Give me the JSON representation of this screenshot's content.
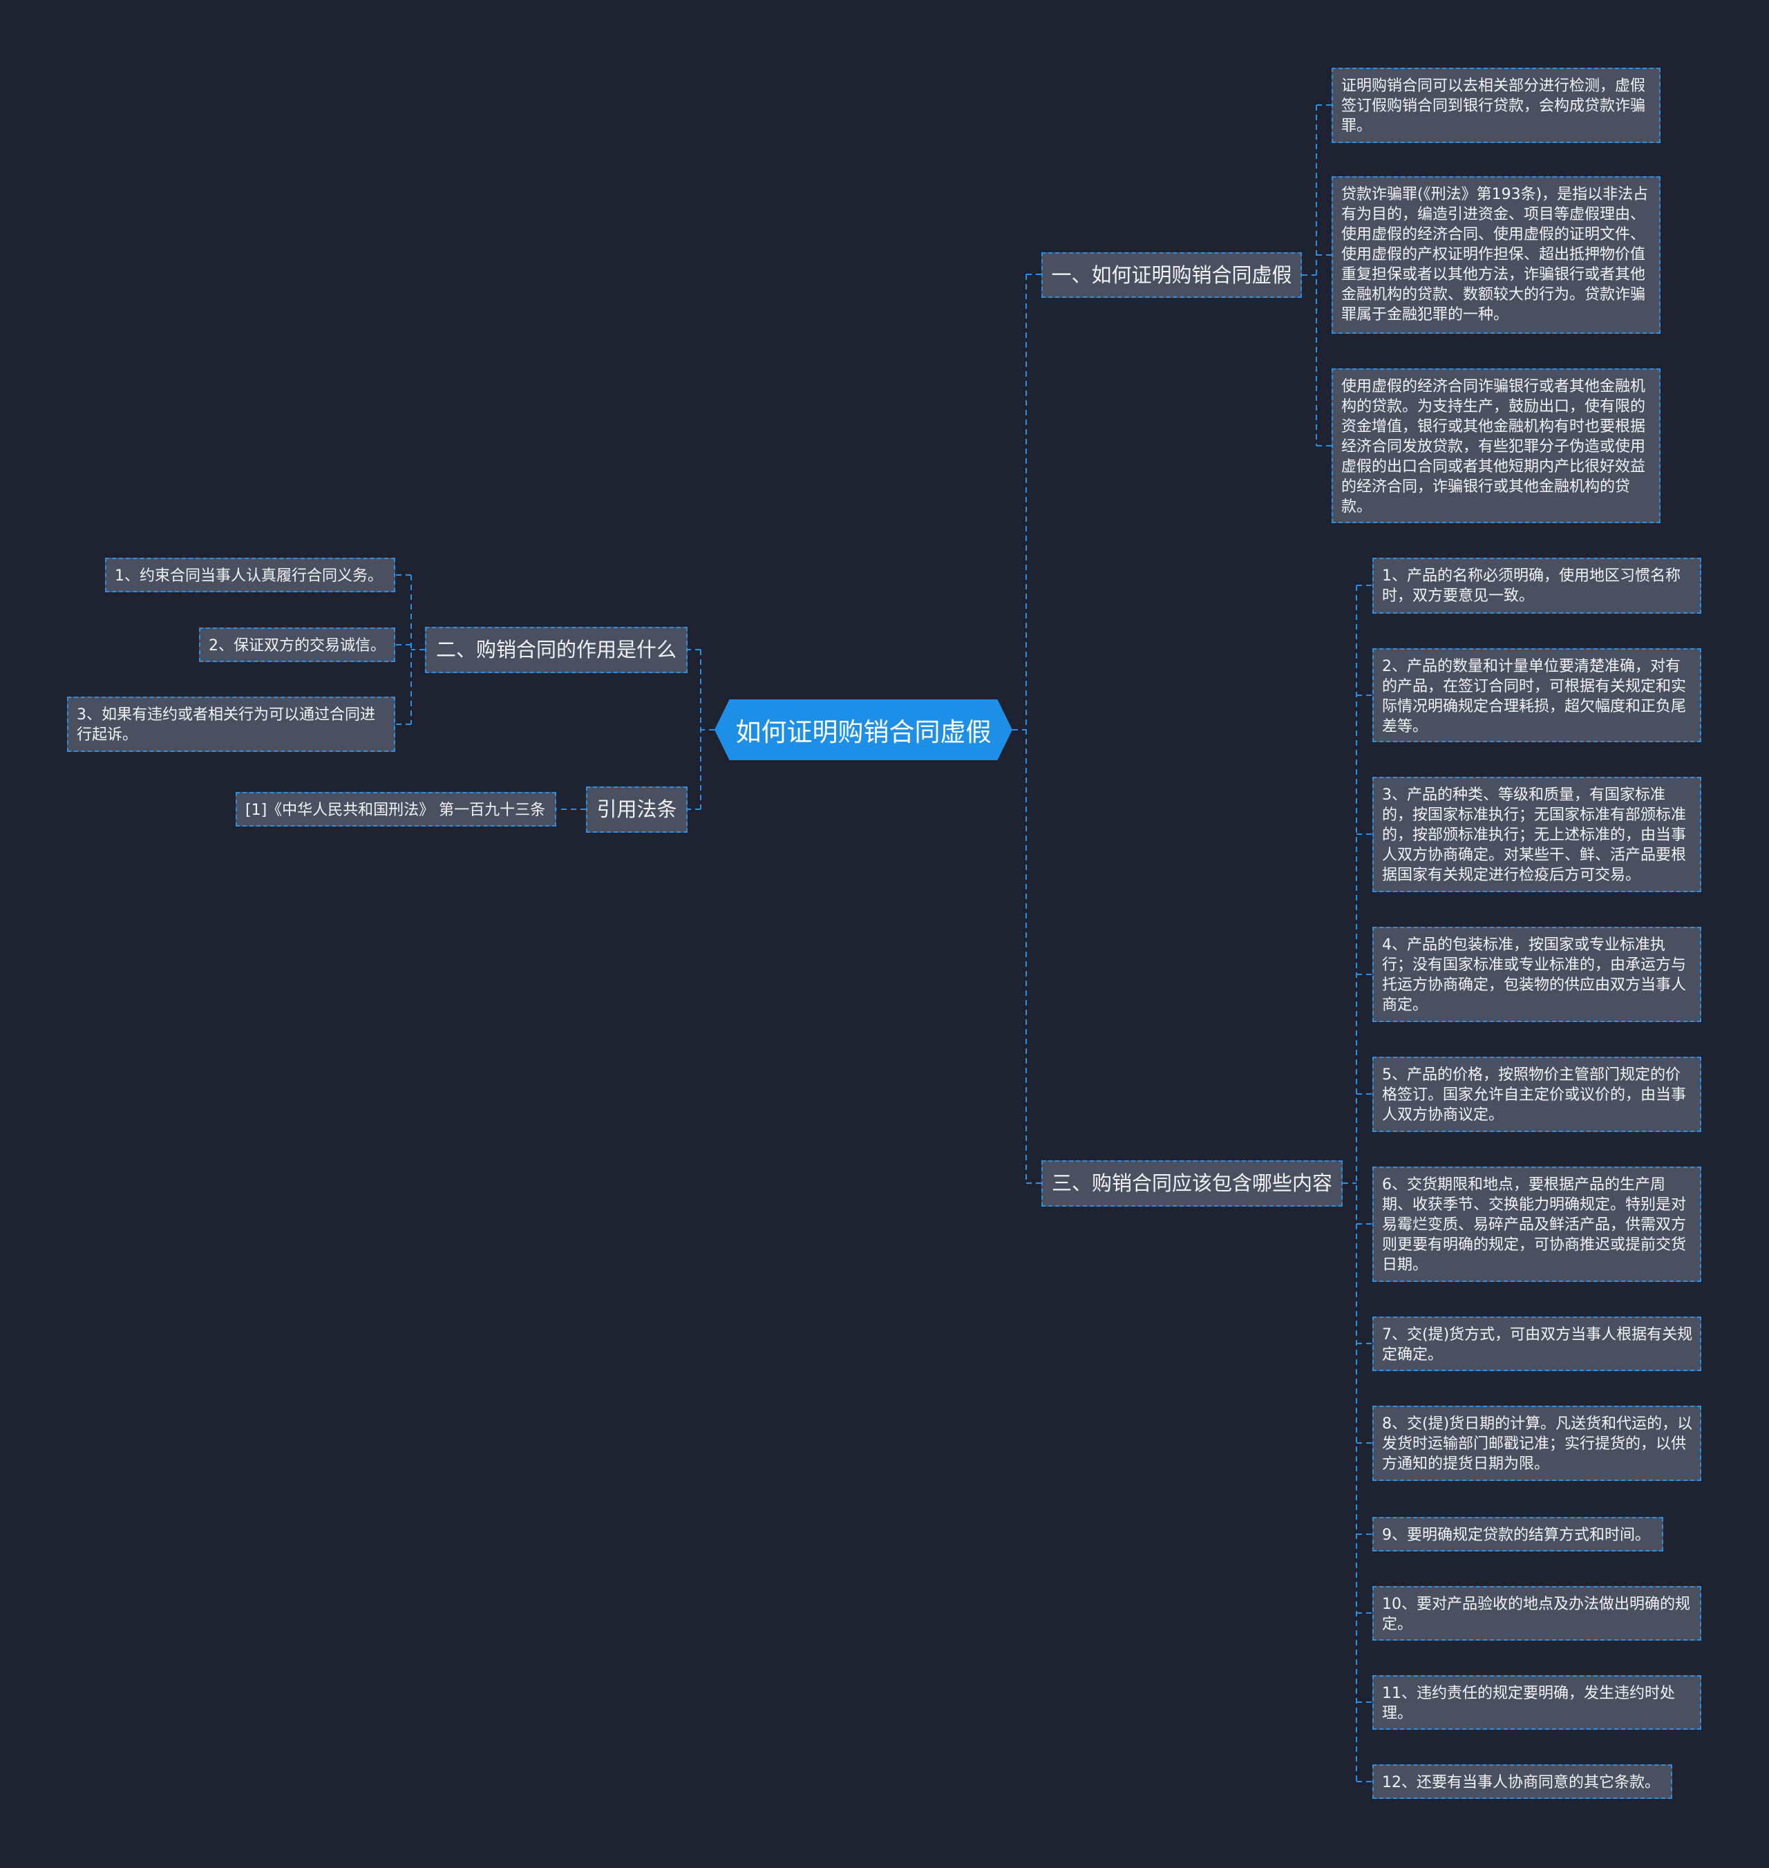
{
  "root": {
    "title": "如何证明购销合同虚假"
  },
  "branch1": {
    "title": "一、如何证明购销合同虚假",
    "items": [
      "证明购销合同可以去相关部分进行检测，虚假签订假购销合同到银行贷款，会构成贷款诈骗罪。",
      "贷款诈骗罪(《刑法》第193条)，是指以非法占有为目的，编造引进资金、项目等虚假理由、使用虚假的经济合同、使用虚假的证明文件、使用虚假的产权证明作担保、超出抵押物价值重复担保或者以其他方法，诈骗银行或者其他金融机构的贷款、数额较大的行为。贷款诈骗罪属于金融犯罪的一种。",
      "使用虚假的经济合同诈骗银行或者其他金融机构的贷款。为支持生产，鼓励出口，使有限的资金增值，银行或其他金融机构有时也要根据经济合同发放贷款，有些犯罪分子伪造或使用虚假的出口合同或者其他短期内产比很好效益的经济合同，诈骗银行或其他金融机构的贷款。"
    ]
  },
  "branch2": {
    "title": "二、购销合同的作用是什么",
    "items": [
      "1、约束合同当事人认真履行合同义务。",
      "2、保证双方的交易诚信。",
      "3、如果有违约或者相关行为可以通过合同进行起诉。"
    ]
  },
  "branch3": {
    "title": "三、购销合同应该包含哪些内容",
    "items": [
      "1、产品的名称必须明确，使用地区习惯名称时，双方要意见一致。",
      "2、产品的数量和计量单位要清楚准确，对有的产品，在签订合同时，可根据有关规定和实际情况明确规定合理耗损，超欠幅度和正负尾差等。",
      "3、产品的种类、等级和质量，有国家标准的，按国家标准执行；无国家标准有部颁标准的，按部颁标准执行；无上述标准的，由当事人双方协商确定。对某些干、鲜、活产品要根据国家有关规定进行检疫后方可交易。",
      "4、产品的包装标准，按国家或专业标准执行；没有国家标准或专业标准的，由承运方与托运方协商确定，包装物的供应由双方当事人商定。",
      "5、产品的价格，按照物价主管部门规定的价格签订。国家允许自主定价或议价的，由当事人双方协商议定。",
      "6、交货期限和地点，要根据产品的生产周期、收获季节、交换能力明确规定。特别是对易霉烂变质、易碎产品及鲜活产品，供需双方则更要有明确的规定，可协商推迟或提前交货日期。",
      "7、交(提)货方式，可由双方当事人根据有关规定确定。",
      "8、交(提)货日期的计算。凡送货和代运的，以发货时运输部门邮戳记准；实行提货的，以供方通知的提货日期为限。",
      "9、要明确规定贷款的结算方式和时间。",
      "10、要对产品验收的地点及办法做出明确的规定。",
      "11、违约责任的规定要明确，发生违约时处理。",
      "12、还要有当事人协商同意的其它条款。"
    ]
  },
  "branch4": {
    "title": "引用法条",
    "items": [
      "[1]《中华人民共和国刑法》 第一百九十三条"
    ]
  }
}
